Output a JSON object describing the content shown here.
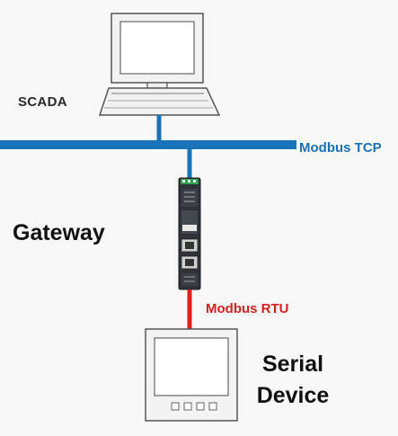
{
  "diagram": {
    "labels": {
      "scada": "SCADA",
      "modbus_tcp": "Modbus TCP",
      "gateway": "Gateway",
      "modbus_rtu": "Modbus RTU",
      "serial_line1": "Serial",
      "serial_line2": "Device"
    },
    "colors": {
      "tcp_bus": "#1a73b8",
      "tcp_text": "#1b6fb3",
      "rtu_line": "#e02020",
      "rtu_text": "#d41f1f",
      "gateway_port": "#2ca24a"
    },
    "icons": {
      "scada": "desktop-computer-icon",
      "gateway": "din-rail-gateway-icon",
      "device": "panel-meter-icon"
    }
  }
}
